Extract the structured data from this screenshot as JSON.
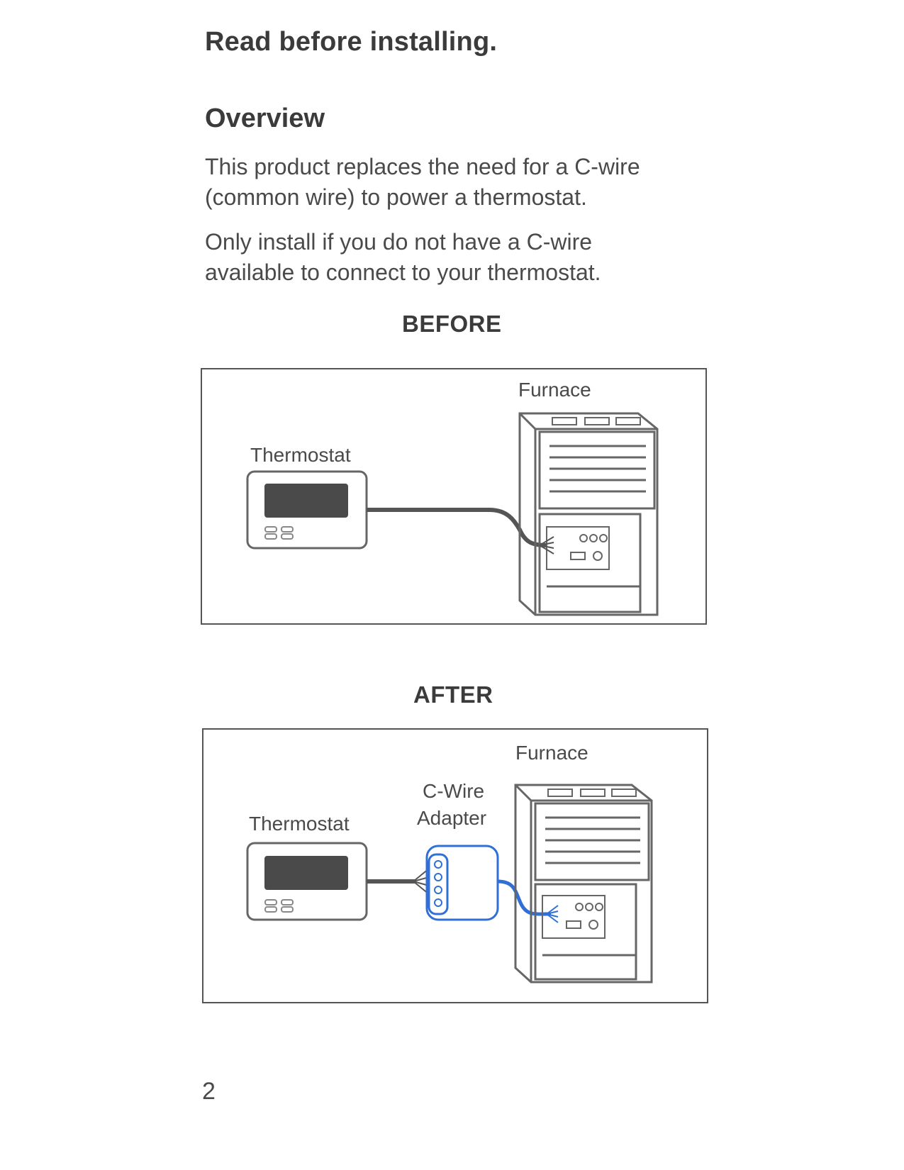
{
  "page": {
    "title": "Read before installing.",
    "number": "2"
  },
  "overview": {
    "heading": "Overview",
    "paragraph_1": [
      "This product replaces the need for a C-wire",
      "(common wire) to power a thermostat."
    ],
    "paragraph_2": [
      "Only install if you do not have a C-wire",
      "available to connect to your thermostat."
    ]
  },
  "diagrams": {
    "before": {
      "label": "BEFORE",
      "thermostat_label": "Thermostat",
      "furnace_label": "Furnace"
    },
    "after": {
      "label": "AFTER",
      "thermostat_label": "Thermostat",
      "adapter_label_line1": "C-Wire",
      "adapter_label_line2": "Adapter",
      "furnace_label": "Furnace"
    }
  },
  "colors": {
    "line_gray": "#555555",
    "adapter_blue": "#2f6fd6"
  }
}
